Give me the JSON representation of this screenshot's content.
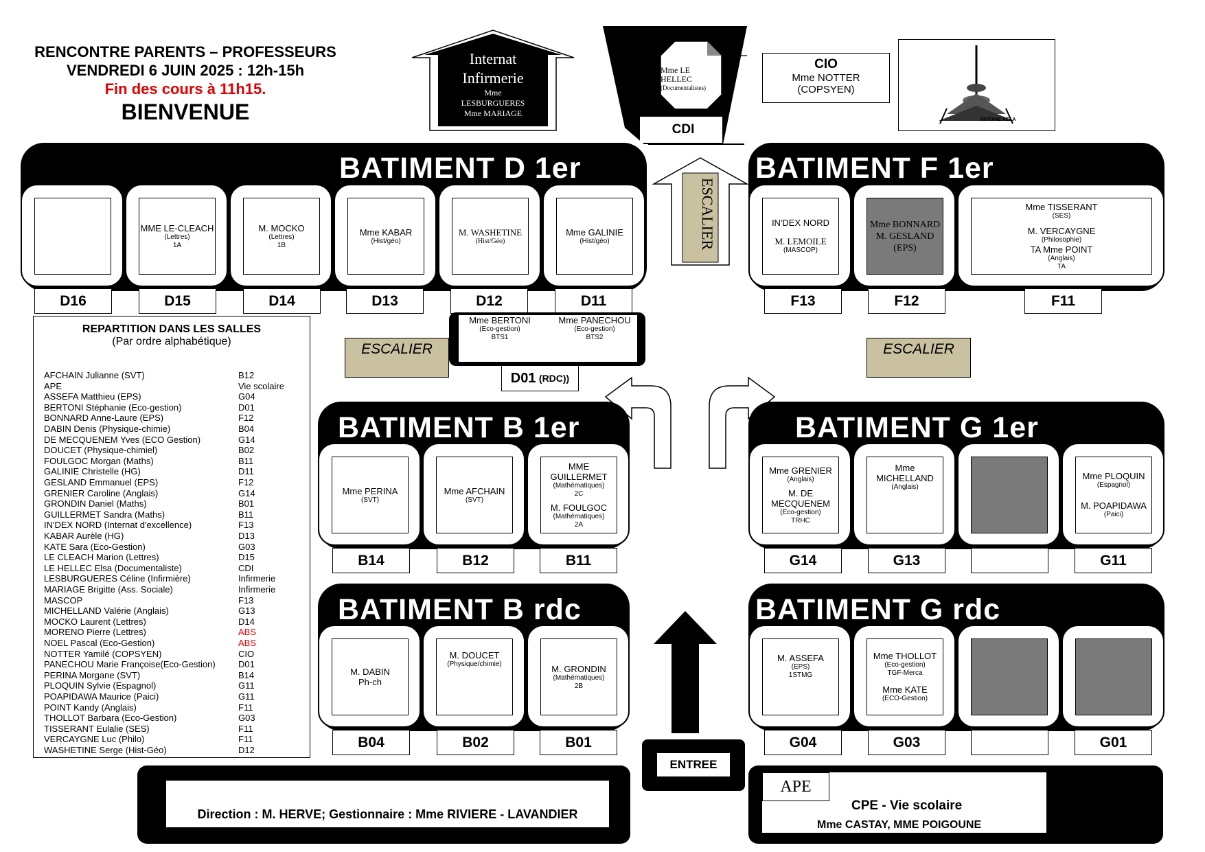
{
  "header": {
    "line1": "RENCONTRE PARENTS – PROFESSEURS",
    "line2": "VENDREDI 6 JUIN 2025 : 12h-15h",
    "line3": "Fin des cours à 11h15.",
    "line4": "BIENVENUE"
  },
  "internat": {
    "title1": "Internat",
    "title2": "Infirmerie",
    "p1": "Mme",
    "p2": "LESBURGUERES",
    "p3": "Mme MARIAGE"
  },
  "cdi": {
    "name1": "Mme LE",
    "name2": "HELLEC",
    "role": "(Documentalistes)",
    "label": "CDI"
  },
  "cio": {
    "title": "CIO",
    "name": "Mme NOTTER",
    "role": "(COPSYEN)"
  },
  "logo": {
    "text": "ANTOINE KELA"
  },
  "buildings": {
    "d": {
      "title": "BATIMENT D 1er"
    },
    "f": {
      "title": "BATIMENT F 1er"
    },
    "b1": {
      "title": "BATIMENT B 1er"
    },
    "g1": {
      "title": "BATIMENT G 1er"
    },
    "brdc": {
      "title": "BATIMENT B rdc"
    },
    "grdc": {
      "title": "BATIMENT G rdc"
    }
  },
  "rooms": {
    "D16": {
      "label": "D16"
    },
    "D15": {
      "label": "D15",
      "name": "MME LE-CLEACH",
      "sub1": "(Lettres)",
      "sub2": "1A"
    },
    "D14": {
      "label": "D14",
      "name": "M. MOCKO",
      "sub1": "(Lettres)",
      "sub2": "1B"
    },
    "D13": {
      "label": "D13",
      "name": "Mme KABAR",
      "sub1": "(Hist/géo)"
    },
    "D12": {
      "label": "D12",
      "name": "M. WASHETINE",
      "sub1": "(Hist/Géo)"
    },
    "D11": {
      "label": "D11",
      "name": "Mme GALINIE",
      "sub1": "(Hist/géo)"
    },
    "F13": {
      "label": "F13",
      "name": "IN'DEX NORD",
      "name2": "M. LEMOILE",
      "sub1": "(MASCOP)"
    },
    "F12": {
      "label": "F12",
      "name": "Mme BONNARD",
      "name2": "M. GESLAND",
      "name3": "(EPS)"
    },
    "F11": {
      "label": "F11",
      "name": "Mme TISSERANT",
      "sub1": "(SES)",
      "name2": "M. VERCAYGNE",
      "sub2": "(Philosophie)",
      "name3": "TA Mme POINT",
      "sub3": "(Anglais)",
      "sub4": "TA"
    },
    "D01": {
      "label": "D01",
      "label_sub": "(RDC))",
      "name": "Mme BERTONI",
      "sub1": "(Eco-gestion)",
      "sub2": "BTS1",
      "name2": "Mme PANECHOU",
      "sub3": "(Eco-gestion)",
      "sub4": "BTS2"
    },
    "B14": {
      "label": "B14",
      "name": "Mme PERINA",
      "sub1": "(SVT)"
    },
    "B12": {
      "label": "B12",
      "name": "Mme AFCHAIN",
      "sub1": "(SVT)"
    },
    "B11": {
      "label": "B11",
      "name": "MME",
      "name2": "GUILLERMET",
      "sub1": "(Mathématiques)",
      "sub2": "2C",
      "name3": "M. FOULGOC",
      "sub3": "(Mathématiques)",
      "sub4": "2A"
    },
    "G14": {
      "label": "G14",
      "name": "Mme GRENIER",
      "sub1": "(Anglais)",
      "name2": "M. DE",
      "name3": "MECQUENEM",
      "sub2": "(Eco-gestion)",
      "sub3": "TRHC"
    },
    "G13": {
      "label": "G13",
      "name": "Mme",
      "name2": "MICHELLAND",
      "sub1": "(Anglais)"
    },
    "G11": {
      "label": "G11",
      "name": "Mme PLOQUIN",
      "sub1": "(Espagnol)",
      "name2": "M. POAPIDAWA",
      "sub2": "(Paici)"
    },
    "B04": {
      "label": "B04",
      "name": "M. DABIN",
      "name2": "Ph-ch"
    },
    "B02": {
      "label": "B02",
      "name": "M. DOUCET",
      "sub1": "(Physique/chimie)"
    },
    "B01": {
      "label": "B01",
      "name": "M. GRONDIN",
      "sub1": "(Mathématiques)",
      "sub2": "2B"
    },
    "G04": {
      "label": "G04",
      "name": "M. ASSEFA",
      "sub1": "(EPS)",
      "sub2": "1STMG"
    },
    "G03": {
      "label": "G03",
      "name": "Mme THOLLOT",
      "sub1": "(Eco-gestion)",
      "sub2": "TGF-Merca",
      "name2": "Mme KATE",
      "sub3": "(ECO-Gestion)"
    },
    "G01": {
      "label": "G01"
    }
  },
  "stairs": {
    "label": "ESCALIER",
    "vertical": "ESCALIER"
  },
  "entree": "ENTREE",
  "direction": "Direction : M. HERVE; Gestionnaire : Mme RIVIERE - LAVANDIER",
  "cpe": {
    "ape": "APE",
    "title": "CPE - Vie scolaire",
    "names": "Mme CASTAY, MME POIGOUNE"
  },
  "repartition": {
    "title": "REPARTITION DANS LES SALLES",
    "subtitle": "(Par ordre alphabétique)",
    "entries": [
      {
        "name": "AFCHAIN Julianne (SVT)",
        "room": "B12"
      },
      {
        "name": "APE",
        "room": "Vie scolaire"
      },
      {
        "name": "ASSEFA Matthieu (EPS)",
        "room": "G04"
      },
      {
        "name": "BERTONI Stéphanie  (Eco-gestion)",
        "room": "D01"
      },
      {
        "name": "BONNARD Anne-Laure (EPS)",
        "room": "F12"
      },
      {
        "name": "DABIN Denis      (Physique-chimie)",
        "room": "B04"
      },
      {
        "name": "DE MECQUENEM Yves (ECO Gestion)",
        "room": "G14"
      },
      {
        "name": "DOUCET (Physique-chimiel)",
        "room": "B02"
      },
      {
        "name": "FOULGOC Morgan (Maths)",
        "room": "B11"
      },
      {
        "name": "GALINIE Christelle     (HG)",
        "room": "D11"
      },
      {
        "name": "GESLAND Emmanuel (EPS)",
        "room": "F12"
      },
      {
        "name": "GRENIER Caroline      (Anglais)",
        "room": "G14"
      },
      {
        "name": "GRONDIN Daniel         (Maths)",
        "room": "B01"
      },
      {
        "name": "GUILLERMET Sandra  (Maths)",
        "room": "B11"
      },
      {
        "name": "IN'DEX NORD     (Internat d'excellence)",
        "room": "F13"
      },
      {
        "name": "KABAR Aurèle (HG)",
        "room": "D13"
      },
      {
        "name": "KATE Sara (Eco-Gestion)",
        "room": "G03"
      },
      {
        "name": "LE CLEACH Marion (Lettres)",
        "room": "D15"
      },
      {
        "name": "LE HELLEC Elsa (Documentaliste)",
        "room": "CDI"
      },
      {
        "name": "LESBURGUERES Céline (Infirmière)",
        "room": "Infirmerie"
      },
      {
        "name": "MARIAGE Brigitte (Ass. Sociale)",
        "room": "Infirmerie"
      },
      {
        "name": "MASCOP",
        "room": "F13"
      },
      {
        "name": "MICHELLAND Valérie (Anglais)",
        "room": "G13"
      },
      {
        "name": "MOCKO Laurent         (Lettres)",
        "room": "D14"
      },
      {
        "name": "MORENO Pierre      (Lettres)",
        "room": "ABS",
        "absent": true
      },
      {
        "name": "NOEL Pascal (Eco-Gestion)",
        "room": "ABS",
        "absent": true
      },
      {
        "name": "NOTTER Yamilé (COPSYEN)",
        "room": "CIO"
      },
      {
        "name": "PANECHOU Marie Françoise(Eco-Gestion)",
        "room": "D01"
      },
      {
        "name": "PERINA Morgane (SVT)",
        "room": "B14"
      },
      {
        "name": "PLOQUIN Sylvie (Espagnol)",
        "room": "G11"
      },
      {
        "name": "POAPIDAWA Maurice (Paici)",
        "room": "G11"
      },
      {
        "name": "POINT Kandy (Anglais)",
        "room": "F11"
      },
      {
        "name": "THOLLOT Barbara (Eco-Gestion)",
        "room": "G03"
      },
      {
        "name": "TISSERANT Eulalie (SES)",
        "room": "F11"
      },
      {
        "name": "VERCAYGNE Luc      (Philo)",
        "room": "F11"
      },
      {
        "name": "WASHETINE Serge    (Hist-Géo)",
        "room": "D12"
      }
    ]
  }
}
